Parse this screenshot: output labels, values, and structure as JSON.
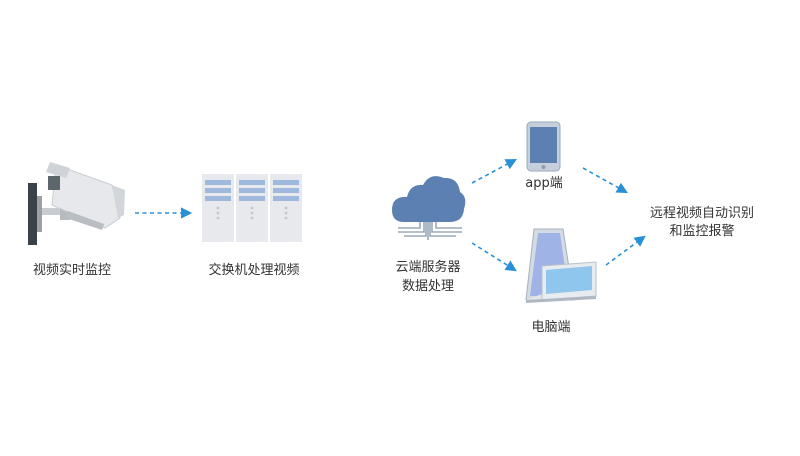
{
  "nodes": {
    "camera": {
      "label": "视频实时监控",
      "icon": "security-camera-icon"
    },
    "switch": {
      "label": "交换机处理视频",
      "icon": "server-rack-icon"
    },
    "cloud": {
      "label_line1": "云端服务器",
      "label_line2": "数据处理",
      "icon": "cloud-server-icon"
    },
    "phone": {
      "label": "app端",
      "icon": "smartphone-icon"
    },
    "laptop": {
      "label": "电脑端",
      "icon": "laptop-icon"
    },
    "remote": {
      "label_line1": "远程视频自动识别",
      "label_line2": "和监控报警"
    }
  },
  "colors": {
    "arrow": "#2a90d6",
    "device_blue": "#5b7fb0",
    "server_gray": "#e7e9ec",
    "server_stripe": "#9fb9de",
    "text": "#333333"
  },
  "edges": [
    {
      "from": "camera",
      "to": "switch",
      "style": "dashed-arrow"
    },
    {
      "from": "cloud",
      "to": "phone",
      "style": "dashed-arrow"
    },
    {
      "from": "cloud",
      "to": "laptop",
      "style": "dashed-arrow"
    },
    {
      "from": "phone",
      "to": "remote",
      "style": "dashed-arrow"
    },
    {
      "from": "laptop",
      "to": "remote",
      "style": "dashed-arrow"
    }
  ]
}
